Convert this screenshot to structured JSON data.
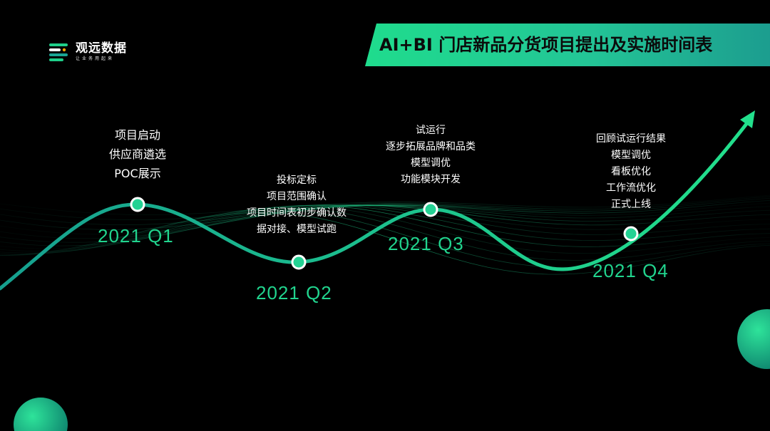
{
  "logo": {
    "name": "观远数据",
    "tagline": "让业务用起来"
  },
  "title": "AI+BI 门店新品分货项目提出及实施时间表",
  "timeline": [
    {
      "quarter": "2021  Q1",
      "items": [
        "项目启动",
        "供应商遴选",
        "POC展示"
      ]
    },
    {
      "quarter": "2021  Q2",
      "items": [
        "投标定标",
        "项目范围确认",
        "项目时间表初步确认数",
        "据对接、模型试跑"
      ]
    },
    {
      "quarter": "2021  Q3",
      "items": [
        "试运行",
        "逐步拓展品牌和品类",
        "模型调优",
        "功能模块开发"
      ]
    },
    {
      "quarter": "2021  Q4",
      "items": [
        "回顾试运行结果",
        "模型调优",
        "看板优化",
        "工作流优化",
        "正式上线"
      ]
    }
  ],
  "colors": {
    "accent": "#21d48e",
    "curve": "#1aa594",
    "banner": "#1fdc8d",
    "background": "#000000"
  }
}
